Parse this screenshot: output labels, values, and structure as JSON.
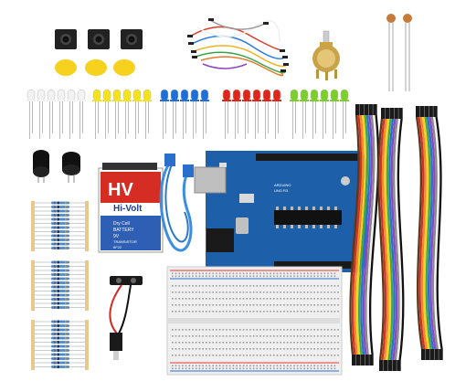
{
  "battery": {
    "brand_big": "HV",
    "brand_sub": "Hi-Volt",
    "line1": "Dry Cell",
    "line2": "BATTERY",
    "line3": "9V",
    "line4": "TRANSISTOR",
    "line5": "6F22"
  },
  "board": {
    "brand": "ARDUINO",
    "model": "UNO R3"
  },
  "colors": {
    "led_white": "#f2f2f2",
    "led_yellow": "#f4e21a",
    "led_blue": "#1e6fd9",
    "led_red": "#e0261b",
    "led_green": "#7ccf2b",
    "board_blue": "#1d5fa8",
    "breadboard": "#efefef",
    "cable_blue": "#3b8fe0"
  },
  "icons": [
    "push-button-icon",
    "button-cap-icon",
    "jumper-wires-icon",
    "potentiometer-icon",
    "photoresistor-icon",
    "led-icon",
    "buzzer-icon",
    "battery-icon",
    "usb-cable-icon",
    "arduino-board-icon",
    "resistor-icon",
    "battery-clip-icon",
    "breadboard-icon",
    "dupont-cable-icon"
  ]
}
